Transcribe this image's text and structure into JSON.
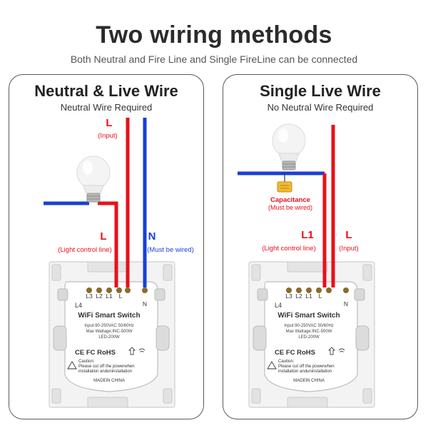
{
  "header": {
    "title": "Two wiring methods",
    "subtitle": "Both Neutral and Fire Line and Single FireLine can be connected"
  },
  "colors": {
    "live_red": "#e8101a",
    "neutral_blue": "#1a3fd6",
    "switch_plate": "#f1f1f1",
    "capacitor_yellow": "#f2b92f"
  },
  "panels": [
    {
      "title": "Neutral & Live Wire",
      "subtitle": "Neutral Wire Required",
      "wire_labels": {
        "l_input": "L",
        "l_input_note": "(Input)",
        "l_light": "L",
        "l_light_note": "(Light control line)",
        "n": "N",
        "n_note": "(Must be wired)"
      },
      "terminals": [
        "L4",
        "L3",
        "L2",
        "L1",
        "L",
        "N"
      ],
      "module": {
        "name": "WiFi Smart Switch",
        "spec1": "Input:90-250VAC 50/60Hz",
        "spec2": "Max Wattage:INC-500W",
        "spec3": "LED-200W",
        "certs": "CE FC RoHS",
        "caution1": "Caution:",
        "caution2": "Please cut off the powerwhen",
        "caution3": "installation anduninstallation",
        "origin": "MADEIN CHINA"
      }
    },
    {
      "title": "Single Live Wire",
      "subtitle": "No Neutral Wire Required",
      "wire_labels": {
        "capacitance": "Capacitance",
        "capacitance_note": "(Must be wired)",
        "l1": "L1",
        "l1_note": "(Light control line)",
        "l": "L",
        "l_note": "(Input)"
      },
      "terminals": [
        "L4",
        "L3",
        "L2",
        "L1",
        "L",
        "N"
      ],
      "module": {
        "name": "WiFi Smart Switch",
        "spec1": "Input:90-250VAC 50/60Hz",
        "spec2": "Max Wattage:INC-500W",
        "spec3": "LED-200W",
        "certs": "CE FC RoHS",
        "caution1": "Caution:",
        "caution2": "Please cut off the powerwhen",
        "caution3": "installation anduninstallation",
        "origin": "MADEIN CHINA"
      }
    }
  ]
}
